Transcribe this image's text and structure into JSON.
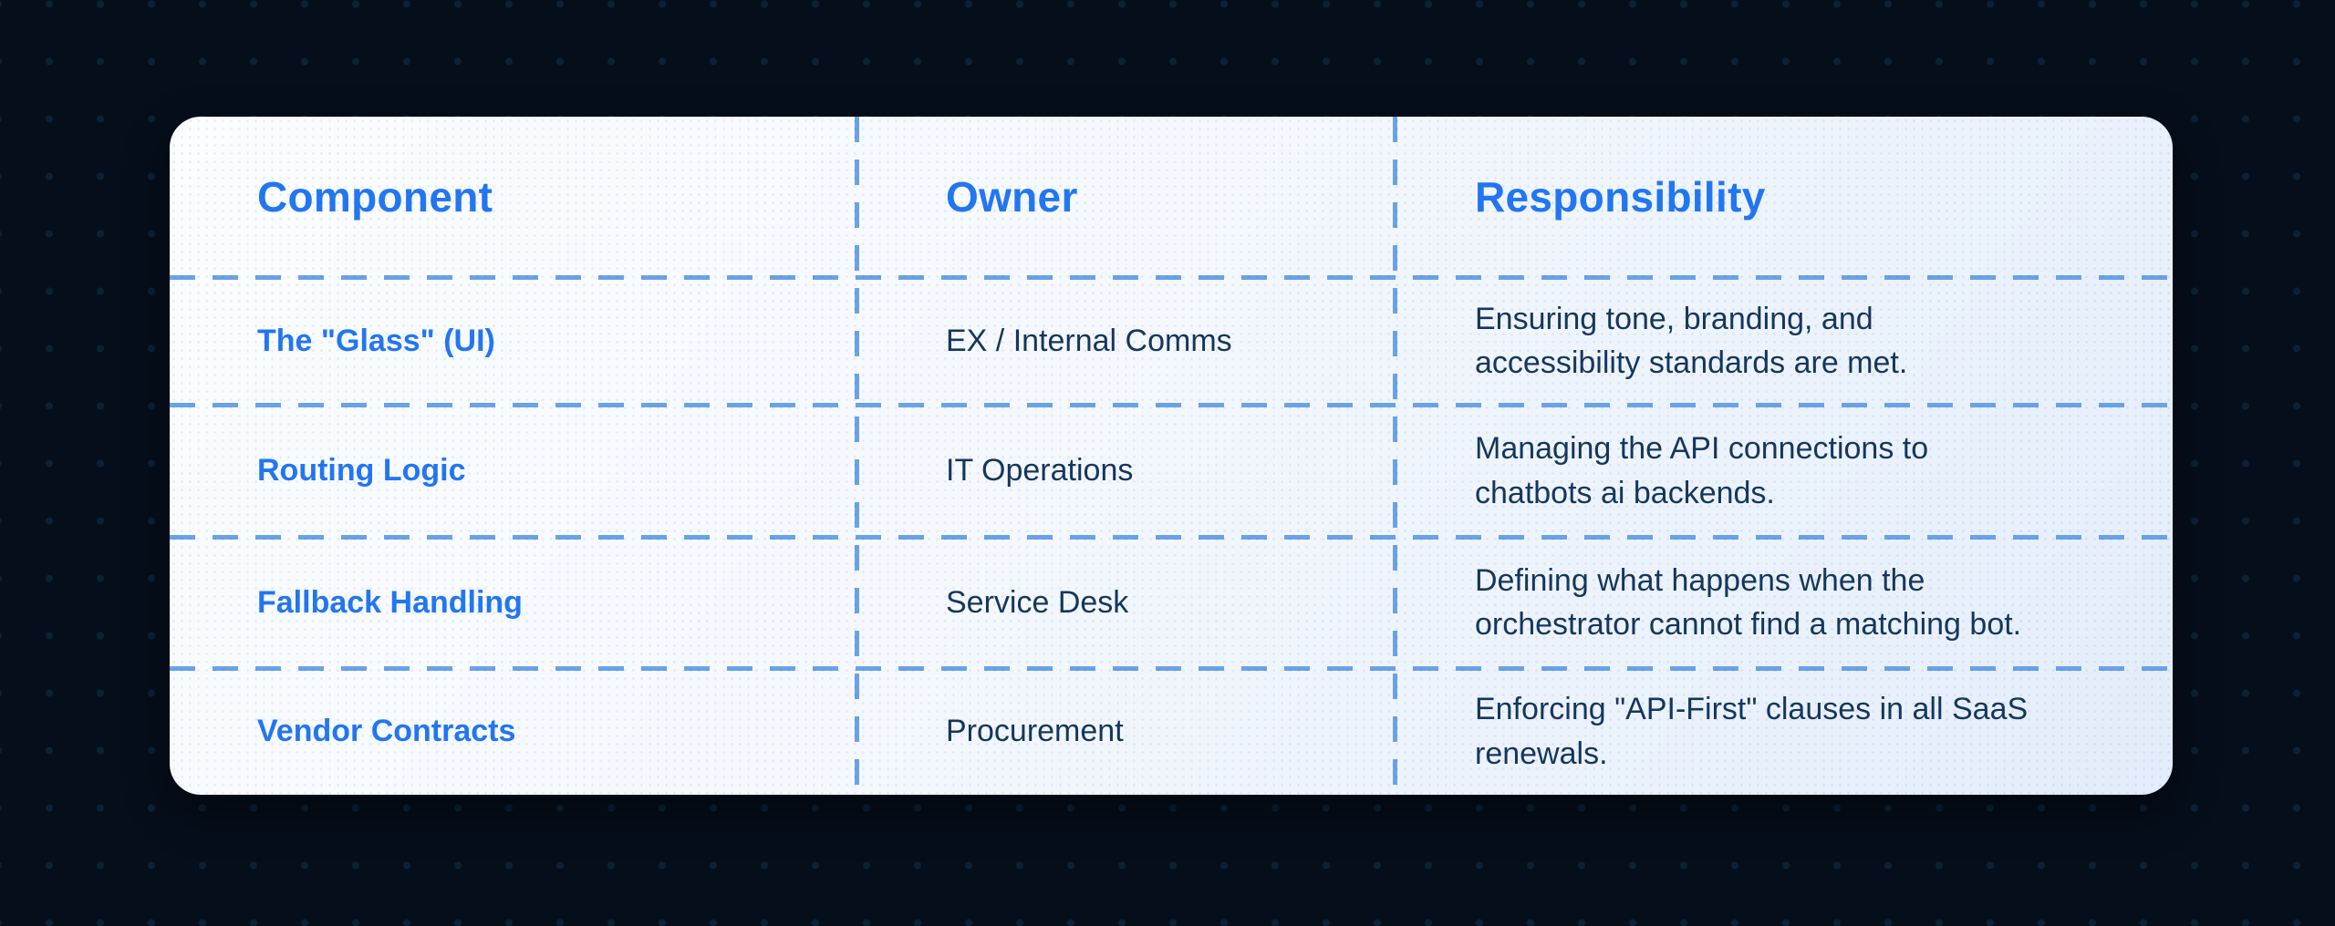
{
  "chart_data": {
    "type": "table",
    "title": "",
    "columns": [
      "Component",
      "Owner",
      "Responsibility"
    ],
    "rows": [
      [
        "The \"Glass\" (UI)",
        "EX / Internal Comms",
        "Ensuring tone, branding, and accessibility standards are met."
      ],
      [
        "Routing Logic",
        "IT Operations",
        "Managing the API connections to chatbots ai backends."
      ],
      [
        "Fallback Handling",
        "Service Desk",
        "Defining what happens when the orchestrator cannot find a matching bot."
      ],
      [
        "Vendor Contracts",
        "Procurement",
        "Enforcing \"API-First\" clauses in all SaaS renewals."
      ]
    ],
    "layout_hints": {
      "grid": "dashed blue separators between all rows and columns",
      "header_style": "bold blue",
      "first_column_style": "bold blue",
      "body_style": "dark navy regular"
    }
  },
  "table": {
    "rows": [
      {
        "component": "The \"Glass\" (UI)",
        "owner": "EX / Internal Comms",
        "responsibility": "Ensuring tone, branding, and\naccessibility standards are met."
      },
      {
        "component": "Routing Logic",
        "owner": "IT Operations",
        "responsibility": "Managing the API connections to\nchatbots ai backends."
      },
      {
        "component": "Fallback Handling",
        "owner": "Service Desk",
        "responsibility": "Defining what happens when the\norchestrator cannot find a matching bot."
      },
      {
        "component": "Vendor Contracts",
        "owner": "Procurement",
        "responsibility": "Enforcing \"API-First\" clauses in all SaaS\nrenewals."
      }
    ]
  },
  "colors": {
    "page_background": "#050e1b",
    "page_dot": "#0d2136",
    "card_gradient_start": "#fbfdff",
    "card_gradient_end": "#e3edfb",
    "accent_blue": "#2276f2",
    "body_navy": "#16365c",
    "dashed_line_blue": "#6aa2e8"
  }
}
